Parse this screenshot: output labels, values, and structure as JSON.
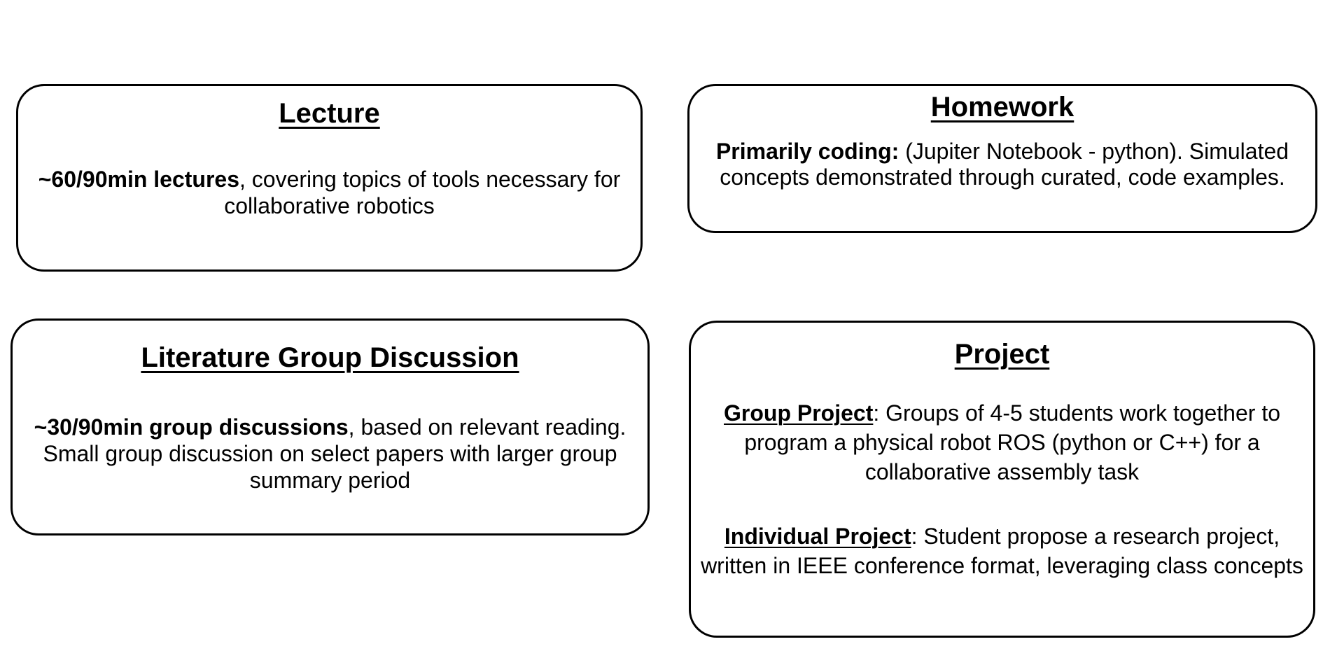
{
  "lecture": {
    "title": "Lecture",
    "body_bold": "~60/90min lectures",
    "body_rest": ", covering topics of tools necessary for collaborative robotics"
  },
  "homework": {
    "title": "Homework",
    "body_bold": "Primarily coding:",
    "body_rest": " (Jupiter Notebook - python). Simulated concepts demonstrated through curated, code examples."
  },
  "literature": {
    "title": "Literature Group Discussion",
    "body_bold": "~30/90min group discussions",
    "body_rest": ", based on relevant reading. Small group discussion on select papers with larger group summary period"
  },
  "project": {
    "title": "Project",
    "group_label": "Group Project",
    "group_text": ": Groups of 4-5 students work together to program a physical robot ROS (python or C++) for a collaborative assembly task",
    "individual_label": "Individual Project",
    "individual_text": ": Student propose a research project, written in IEEE conference format, leveraging class concepts"
  }
}
